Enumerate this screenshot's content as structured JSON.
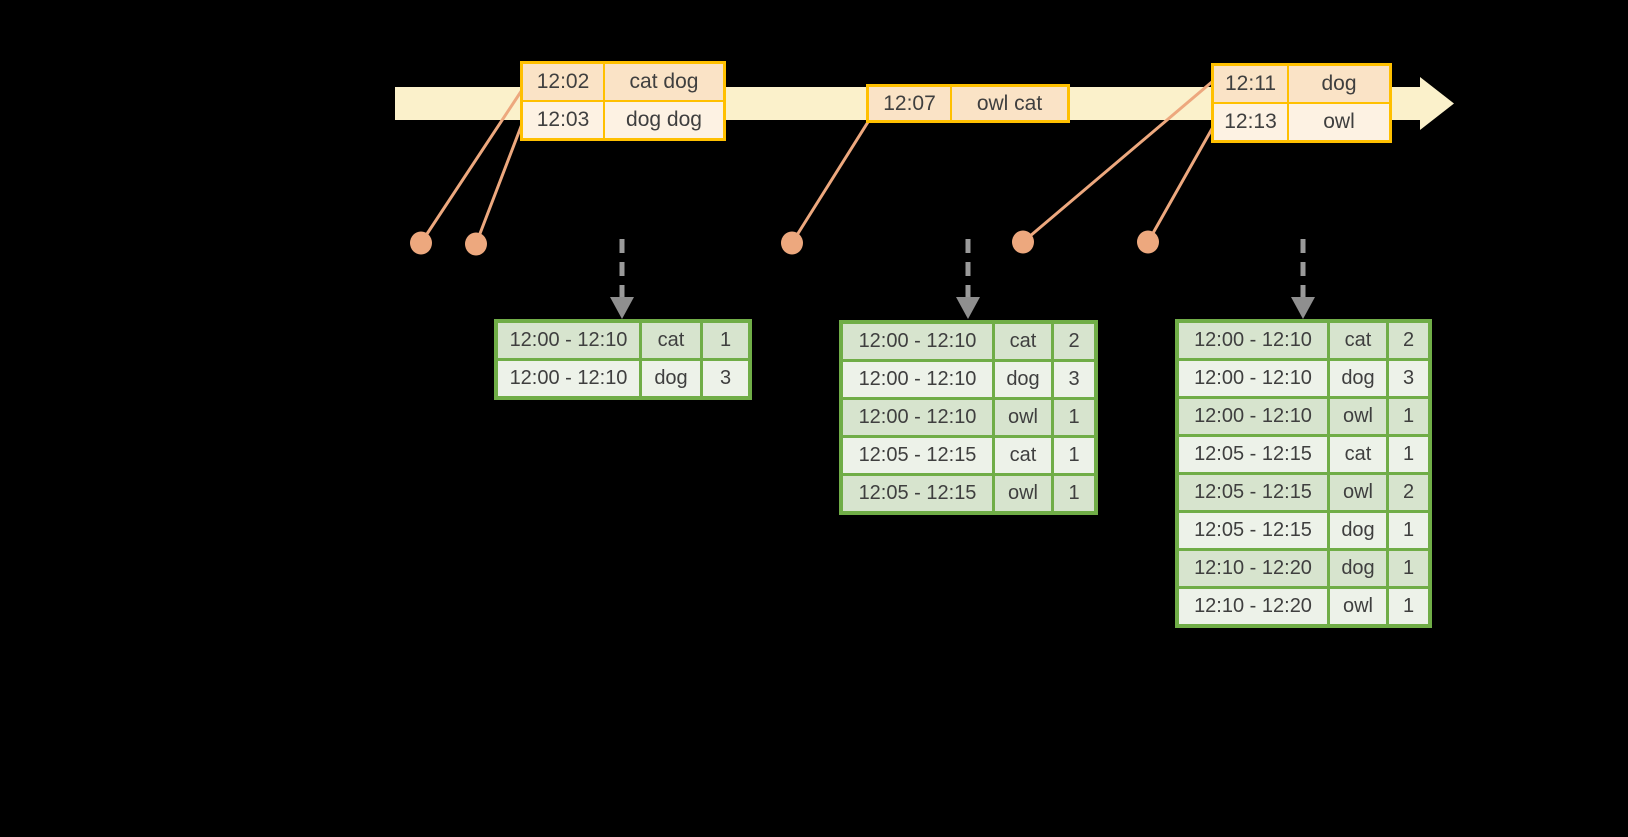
{
  "diagram": {
    "kind": "streaming-windowed-word-count",
    "background_color": "#000000",
    "text_color": "#3F3F3F"
  },
  "timeline": {
    "band_color": "#FBF1CB",
    "input_batches": [
      {
        "rows": [
          {
            "time": "12:02",
            "words": "cat dog"
          },
          {
            "time": "12:03",
            "words": "dog dog"
          }
        ]
      },
      {
        "rows": [
          {
            "time": "12:07",
            "words": "owl cat"
          }
        ]
      },
      {
        "rows": [
          {
            "time": "12:11",
            "words": "dog"
          },
          {
            "time": "12:13",
            "words": "owl"
          }
        ]
      }
    ],
    "table_border_color": "#FFC000",
    "row_fill_dark": "#FAE3C6",
    "row_fill_light": "#FDF2E3"
  },
  "event_markers": {
    "color": "#EDA87E",
    "count": 5
  },
  "trigger_arrows": {
    "color": "#8F8F8F",
    "count": 3
  },
  "result_tables": [
    {
      "rows": [
        {
          "window": "12:00 - 12:10",
          "word": "cat",
          "count": "1"
        },
        {
          "window": "12:00 - 12:10",
          "word": "dog",
          "count": "3"
        }
      ]
    },
    {
      "rows": [
        {
          "window": "12:00 - 12:10",
          "word": "cat",
          "count": "2"
        },
        {
          "window": "12:00 - 12:10",
          "word": "dog",
          "count": "3"
        },
        {
          "window": "12:00 - 12:10",
          "word": "owl",
          "count": "1"
        },
        {
          "window": "12:05 - 12:15",
          "word": "cat",
          "count": "1"
        },
        {
          "window": "12:05 - 12:15",
          "word": "owl",
          "count": "1"
        }
      ]
    },
    {
      "rows": [
        {
          "window": "12:00 - 12:10",
          "word": "cat",
          "count": "2"
        },
        {
          "window": "12:00 - 12:10",
          "word": "dog",
          "count": "3"
        },
        {
          "window": "12:00 - 12:10",
          "word": "owl",
          "count": "1"
        },
        {
          "window": "12:05 - 12:15",
          "word": "cat",
          "count": "1"
        },
        {
          "window": "12:05 - 12:15",
          "word": "owl",
          "count": "2"
        },
        {
          "window": "12:05 - 12:15",
          "word": "dog",
          "count": "1"
        },
        {
          "window": "12:10 - 12:20",
          "word": "dog",
          "count": "1"
        },
        {
          "window": "12:10 - 12:20",
          "word": "owl",
          "count": "1"
        }
      ]
    }
  ],
  "result_table_style": {
    "border_color": "#70AD47",
    "row_fill_dark": "#D7E4CE",
    "row_fill_light": "#EDF2E9"
  }
}
